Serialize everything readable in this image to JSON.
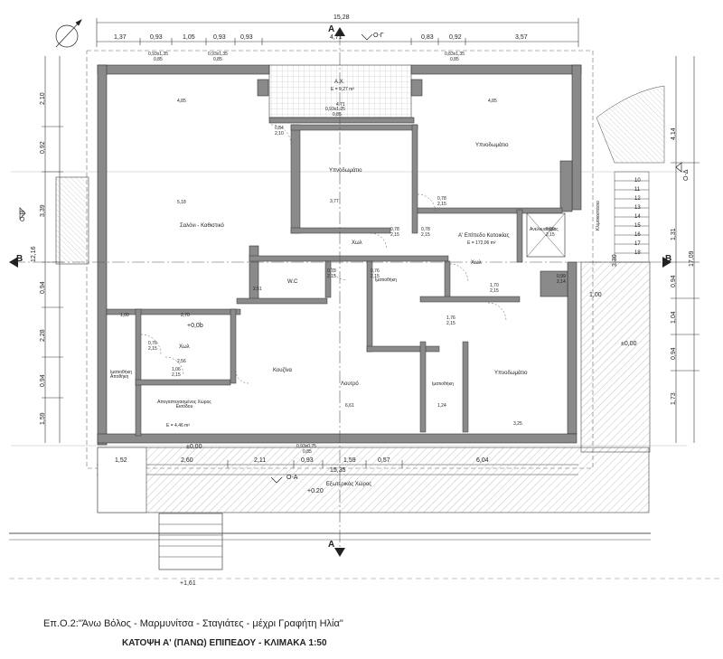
{
  "drawing": {
    "project": "Επ.Ο.2:\"Άνω Βόλος - Μαρμυνίτσα - Σταγιάτες - μέχρι Γραφήτη Ηλία\"",
    "title": "ΚΑΤΟΨΗ Α' (ΠΑΝΩ) ΕΠΙΠΕΔΟΥ - ΚΛΙΜΑΚΑ 1:50"
  },
  "dims_top": {
    "total": "15,28",
    "a": "1,37",
    "b": "0,93",
    "c": "1,05",
    "d": "0,93",
    "e": "0,93",
    "f": "4,71",
    "g": "0,83",
    "h": "0,92",
    "i": "3,57"
  },
  "dims_bottom": {
    "a": "1,52",
    "b": "2,60",
    "c": "2,11",
    "d": "0,93",
    "e": "1,59",
    "f": "0,57",
    "g": "6,04",
    "total": "15,35"
  },
  "dims_left": {
    "a": "2,10",
    "b": "0,92",
    "c": "3,39",
    "d": "12,16",
    "e": "0,94",
    "f": "2,28",
    "g": "0,94",
    "h": "1,59"
  },
  "dims_right": {
    "a": "4,14",
    "b": "1,31",
    "c": "17,09",
    "d": "3,30",
    "e": "0,94",
    "f": "1,04",
    "g": "0,94",
    "h": "1,73"
  },
  "rooms": {
    "ax": "Α.Χ.",
    "ax_area": "Ε = 9,27 m²",
    "saloni": "Σαλόνι - Καθιστικό",
    "ypnodomatio1": "Υπνοδωμάτιο",
    "ypnodomatio2": "Υπνοδωμάτιο",
    "ypnodomatio3": "Υπνοδωμάτιο",
    "xol1": "Χωλ",
    "xol2": "Χωλ",
    "xol3": "Χωλ",
    "level_a": "Α' Επίπεδο Κατοικίας",
    "level_a_area": "Ε = 172,06 m²",
    "anelkystiras": "Ανελκυστήρας",
    "wc": "W.C",
    "imatiothiki1": "Ιματιοθήκη",
    "imatiothiki2": "Ιματιοθήκη",
    "loutro": "Λουτρό",
    "kouzina": "Κουζίνα",
    "imatiothiki_apothiki": "Ιματιοθήκη Αποθήκη",
    "apostegasmenos": "Απεγαστεγασμένος Χώρος Εισόδου",
    "apostegasmenos_area": "Ε = 4,46 m²",
    "exoterikos": "Εξωτερικός Χώρος",
    "klimakostasio": "Κλιμακοστάσιο"
  },
  "levels": {
    "l1": "+0,0b",
    "l2": "±0,00",
    "l3": "+0.20",
    "l4": "±0,00",
    "l5": "+1,61"
  },
  "sections": {
    "a_top": "A",
    "a_bottom": "A",
    "b_left": "B",
    "b_right": "B",
    "og": "O-Γ",
    "od": "O-Δ",
    "oa": "O-A",
    "ob": "O-B"
  },
  "stair_steps": [
    "10",
    "11",
    "12",
    "13",
    "14",
    "15",
    "16",
    "17",
    "18"
  ],
  "misc": {
    "one_zero_zero": "1,00",
    "d1": "4,85",
    "d2": "4,71",
    "d3": "5,18",
    "d4": "3,77",
    "d5": "4,85",
    "d6": "2,51",
    "d7": "2,56",
    "d8": "6,61",
    "d9": "3,25",
    "d10": "1,24",
    "d11": "1,00",
    "d12": "0,93x1,35",
    "d13": "0,85",
    "d14": "0,93x1,25",
    "d15": "0,85",
    "d16": "0,93x1,35",
    "d17": "0,85",
    "d18": "0,93x0,75",
    "d19": "0,85",
    "d20": "0,83x1,35",
    "d21": "0,85",
    "d22": "0,84",
    "d23": "2,10",
    "d24": "0,78",
    "d25": "2,15",
    "d26": "0,78",
    "d27": "2,15",
    "d28": "0,78",
    "d29": "2,15",
    "d30": "0,78",
    "d31": "2,15",
    "d32": "0,80",
    "d33": "2,15",
    "d34": "0,99",
    "d35": "2,14",
    "d36": "0,76",
    "d37": "2,15",
    "d38": "1,70",
    "d39": "2,15",
    "d40": "1,76",
    "d41": "2,15",
    "d42": "2,70",
    "d43": "1,06",
    "d44": "2,15",
    "d45": "0,76",
    "d46": "2,15"
  }
}
